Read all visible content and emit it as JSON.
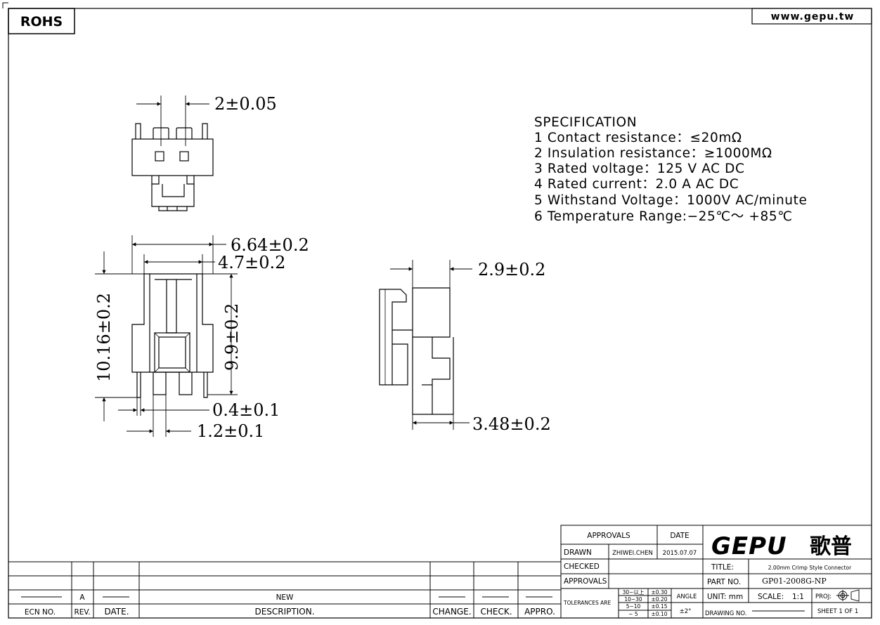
{
  "header": {
    "rohs": "ROHS",
    "website": "www.gepu.tw"
  },
  "dimensions": {
    "pitch": "2±0.05",
    "width": "6.64±0.2",
    "inner_width": "4.7±0.2",
    "height": "10.16±0.2",
    "inner_height": "9.9±0.2",
    "pin_width": "0.4±0.1",
    "pin_pitch": "1.2±0.1",
    "side_top": "2.9±0.2",
    "side_bottom": "3.48±0.2"
  },
  "specification": {
    "title": "SPECIFICATION",
    "items": [
      "1  Contact  resistance：≤20mΩ",
      "2  Insulation  resistance：≥1000MΩ",
      "3  Rated  voltage：125  V  AC  DC",
      "4  Rated  current：2.0  A  AC  DC",
      "5  Withstand  Voltage：1000V  AC/minute",
      "6  Temperature  Range:−25℃～  +85℃"
    ]
  },
  "title_block": {
    "approvals": "APPROVALS",
    "date": "DATE",
    "drawn": "DRAWN",
    "drawn_by": "ZHIWEI.CHEN",
    "drawn_date": "2015.07.07",
    "checked": "CHECKED",
    "approvals_row": "APPROVALS",
    "tolerances": "TOLERANCES  ARE",
    "tol_ranges": [
      "30~以上",
      "10~30",
      "5~10",
      "~ 5"
    ],
    "tol_values": [
      "±0.30",
      "±0.20",
      "±0.15",
      "±0.10"
    ],
    "angle": "ANGLE",
    "angle_value": "±2°",
    "logo": "GEPU",
    "logo_cn": "歌普",
    "title_label": "TITLE:",
    "title_value": "2.00mm  Crimp  Style  Connector",
    "part_label": "PART  NO.",
    "part_value": "GP01-2008G-NP",
    "unit_label": "UNIT:  mm",
    "scale_label": "SCALE:",
    "scale_value": "1:1",
    "proj_label": "PROJ:",
    "drawing_no": "DRAWING  NO.",
    "sheet": "SHEET   1  OF  1"
  },
  "revision_block": {
    "headers": [
      "ECN  NO.",
      "REV.",
      "DATE.",
      "DESCRIPTION.",
      "CHANGE.",
      "CHECK.",
      "APPRO."
    ],
    "rev_value": "A",
    "description_value": "NEW"
  }
}
